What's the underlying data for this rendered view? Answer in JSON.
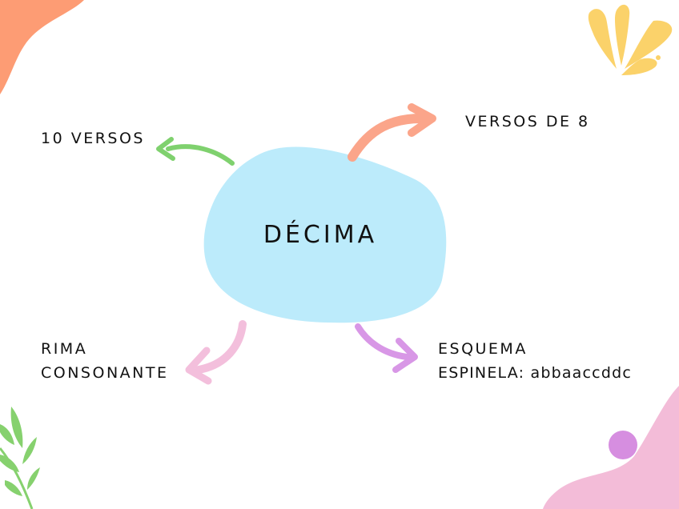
{
  "center": {
    "title": "DÉCIMA"
  },
  "branches": {
    "top_left": {
      "text": "10 VERSOS"
    },
    "top_right": {
      "text": "VERSOS DE 8"
    },
    "bottom_left": {
      "line1": "RIMA",
      "line2": "CONSONANTE"
    },
    "bottom_right": {
      "line1": "ESQUEMA",
      "line2": "ESPINELA: abbaaccddc"
    }
  },
  "colors": {
    "blob": "#bcebfb",
    "arrow_green": "#7fd16e",
    "arrow_salmon": "#fba58a",
    "arrow_pink": "#f3bfdc",
    "arrow_purple": "#d897e6",
    "deco_orange": "#fd9c74",
    "deco_yellow": "#fbd26a",
    "deco_leaf": "#86d16e",
    "deco_pink": "#f3bcd8",
    "deco_purple_dot": "#d68ee0"
  }
}
